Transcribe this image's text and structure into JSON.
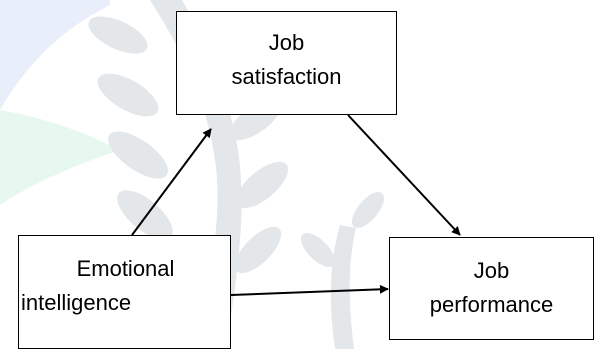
{
  "nodes": {
    "job_satisfaction": {
      "line1": "Job",
      "line2": "satisfaction"
    },
    "emotional_intelligence": {
      "line1": "Emotional",
      "line2": "intelligence"
    },
    "job_performance": {
      "line1": "Job",
      "line2": "performance"
    }
  },
  "edges": [
    {
      "from": "Emotional intelligence",
      "to": "Job satisfaction"
    },
    {
      "from": "Job satisfaction",
      "to": "Job performance"
    },
    {
      "from": "Emotional intelligence",
      "to": "Job performance"
    }
  ],
  "colors": {
    "stroke": "#000000",
    "watermark_gray": "#e3e7ea",
    "watermark_blue": "#e9eefb",
    "watermark_green": "#e7f8ee"
  }
}
